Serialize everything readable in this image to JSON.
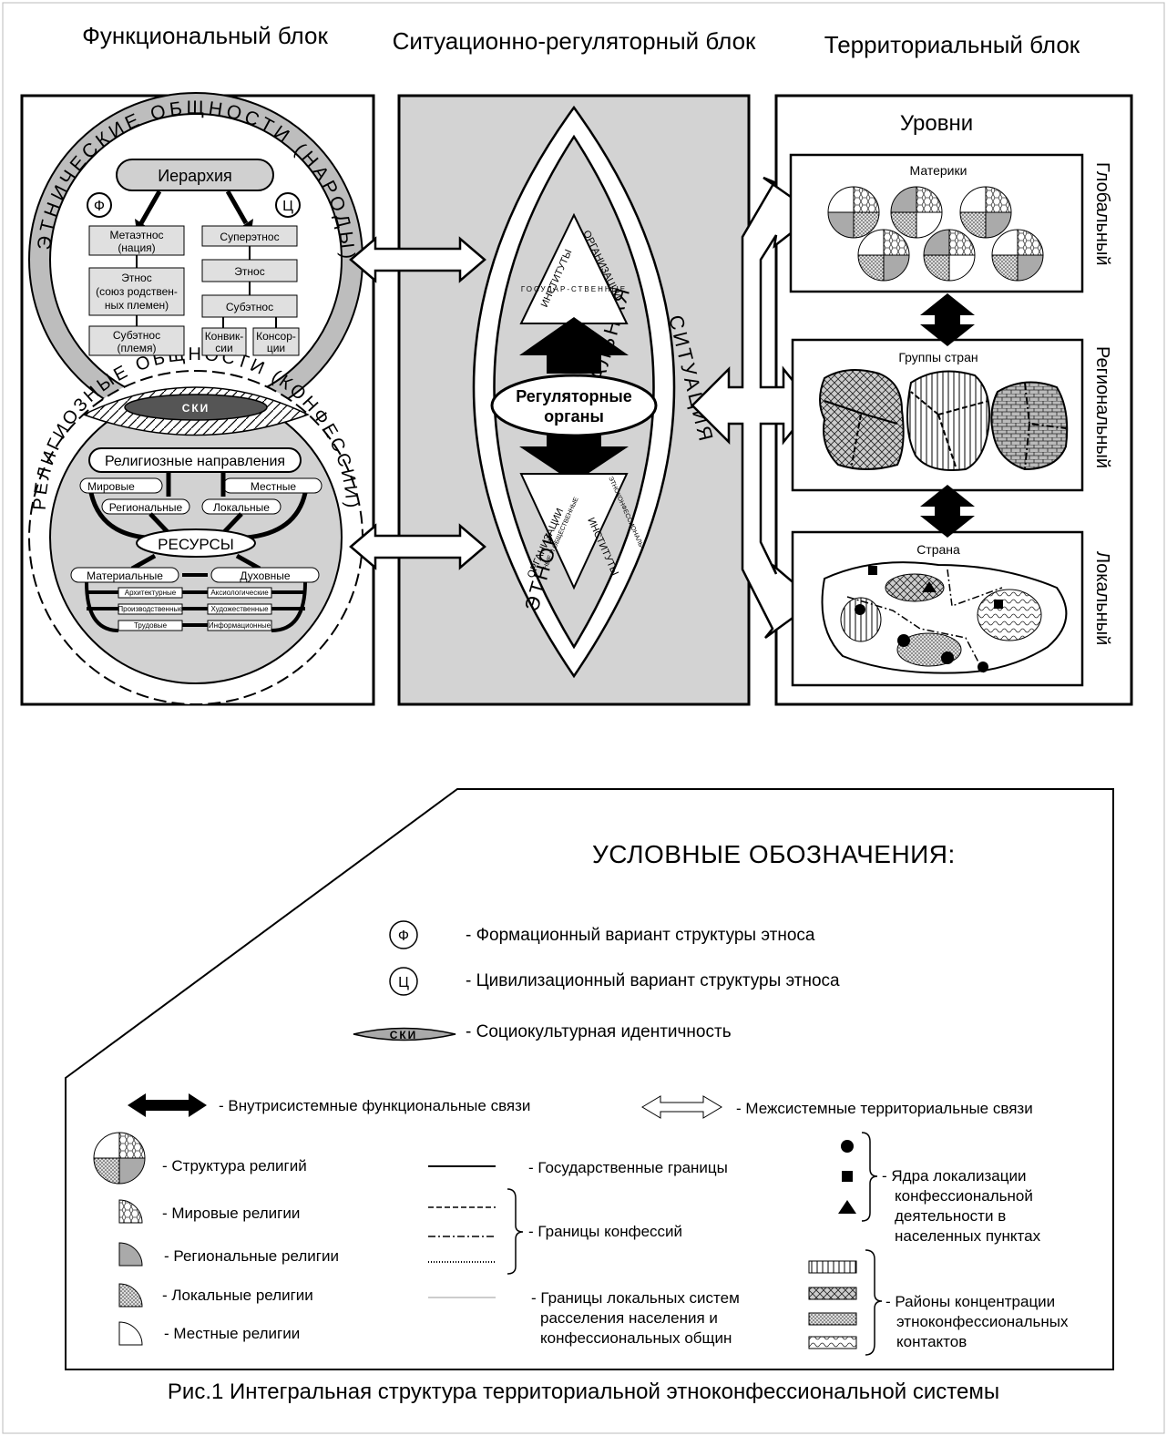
{
  "headers": {
    "functional": "Функциональный блок",
    "situational": "Ситуационно-регуляторный блок",
    "territorial": "Территориальный блок"
  },
  "functional": {
    "ring_top": "ЭТНИЧЕСКИЕ ОБЩНОСТИ (НАРОДЫ)",
    "ring_bottom": "РЕЛИГИОЗНЫЕ ОБЩНОСТИ (КОНФЕССИИ)",
    "hierarchy": "Иерархия",
    "phi": "Ф",
    "tse": "Ц",
    "left_chain": [
      "Метаэтнос",
      "(нация)",
      "Этнос",
      "(союз родствен-",
      "ных племен)",
      "Субэтнос",
      "(племя)"
    ],
    "right_chain": [
      "Суперэтнос",
      "Этнос",
      "Субэтнос",
      "Конвик-",
      "сии",
      "Консор-",
      "ции"
    ],
    "ski": "СКИ",
    "religious_directions": "Религиозные направления",
    "world": "Мировые",
    "local_mest": "Местные",
    "regional": "Региональные",
    "local": "Локальные",
    "resources": "РЕСУРСЫ",
    "material": "Материальные",
    "spiritual": "Духовные",
    "left_res": [
      "Архитектурные",
      "Производственные",
      "Трудовые"
    ],
    "right_res": [
      "Аксиологические",
      "Художественные",
      "Информационные"
    ]
  },
  "situational": {
    "outer_left": "ЭТНОКОНФЕССИОНАЛЬНАЯ",
    "outer_right": "СИТУАЦИЯ",
    "top_tri_left": "ИНСТИТУТЫ",
    "top_tri_right": "ОРГАНИЗАЦИИ",
    "top_tri_bottom": "ГОСУДАР-СТВЕННЫЕ",
    "reg_organs_1": "Регуляторные",
    "reg_organs_2": "органы",
    "bot_tri_left": "ОРГАНИЗАЦИИ",
    "bot_tri_left2": "НЫЕ И ОБЩЕСТВЕННЫЕ",
    "bot_tri_right": "ИНСТИТУТЫ",
    "bot_tri_right2": "ЭТНОКОНФЕССИОНАЛЬ-"
  },
  "territorial": {
    "levels": "Уровни",
    "continents": "Материки",
    "country_groups": "Группы стран",
    "country": "Страна",
    "global": "Глобальный",
    "regional": "Региональный",
    "local": "Локальный"
  },
  "legend": {
    "title": "УСЛОВНЫЕ ОБОЗНАЧЕНИЯ:",
    "phi_symbol": "Ф",
    "tse_symbol": "Ц",
    "ski_symbol": "СКИ",
    "phi_text": "- Формационный вариант структуры этноса",
    "tse_text": "- Цивилизационный вариант структуры этноса",
    "ski_text": "- Социокультурная идентичность",
    "intra": "- Внутрисистемные функциональные связи",
    "inter": "- Межсистемные территориальные связи",
    "rel_struct": "- Структура религий",
    "world_rel": "- Мировые религии",
    "regional_rel": "- Региональные религии",
    "local_rel": "- Локальные религии",
    "mest_rel": "- Местные религии",
    "state_borders": "- Государственные границы",
    "conf_borders": "- Границы конфессий",
    "settle_1": "- Границы локальных систем",
    "settle_2": "расселения населения и",
    "settle_3": "конфессиональных общин",
    "cores_1": "- Ядра локализации",
    "cores_2": "конфессиональной",
    "cores_3": "деятельности в",
    "cores_4": "населенных пунктах",
    "areas_1": "- Районы концентрации",
    "areas_2": "этноконфессиональных",
    "areas_3": "контактов"
  },
  "caption": "Рис.1 Интегральная структура территориальной этноконфессиональной системы"
}
